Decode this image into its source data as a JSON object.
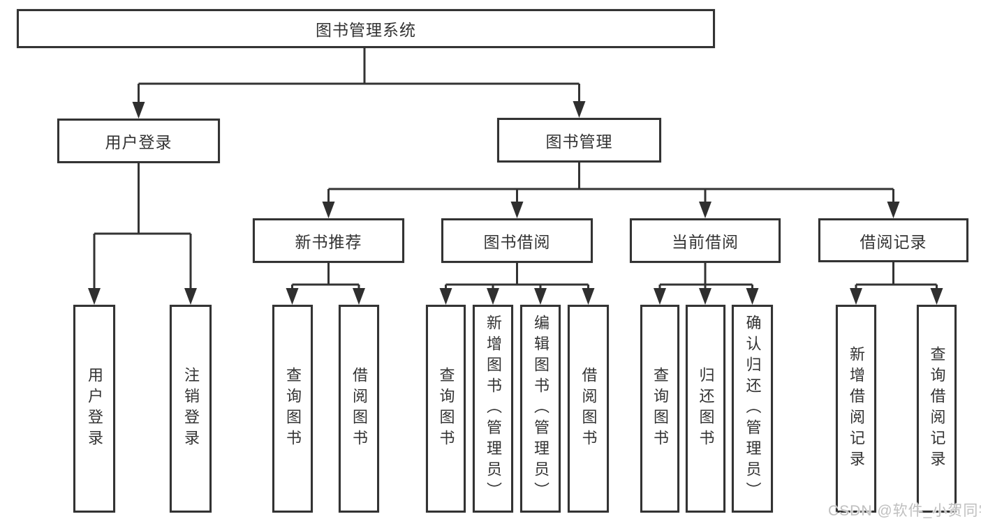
{
  "colors": {
    "line": "#333333",
    "box_border": "#333333",
    "text": "#333333",
    "watermark": "#bfbfbf",
    "background": "#ffffff"
  },
  "watermark": {
    "text": "CSDN @软件_小贺同学"
  },
  "diagram": {
    "type": "tree",
    "root": {
      "label": "图书管理系统"
    },
    "branches": [
      {
        "label": "用户登录",
        "children": [
          {
            "label": "用户登录"
          },
          {
            "label": "注销登录"
          }
        ]
      },
      {
        "label": "图书管理",
        "children": [
          {
            "label": "新书推荐",
            "children": [
              {
                "label": "查询图书"
              },
              {
                "label": "借阅图书"
              }
            ]
          },
          {
            "label": "图书借阅",
            "children": [
              {
                "label": "查询图书"
              },
              {
                "label": "新增图书（管理员）"
              },
              {
                "label": "编辑图书（管理员）"
              },
              {
                "label": "借阅图书"
              }
            ]
          },
          {
            "label": "当前借阅",
            "children": [
              {
                "label": "查询图书"
              },
              {
                "label": "归还图书"
              },
              {
                "label": "确认归还（管理员）"
              }
            ]
          },
          {
            "label": "借阅记录",
            "children": [
              {
                "label": "新增借阅记录"
              },
              {
                "label": "查询借阅记录"
              }
            ]
          }
        ]
      }
    ]
  }
}
